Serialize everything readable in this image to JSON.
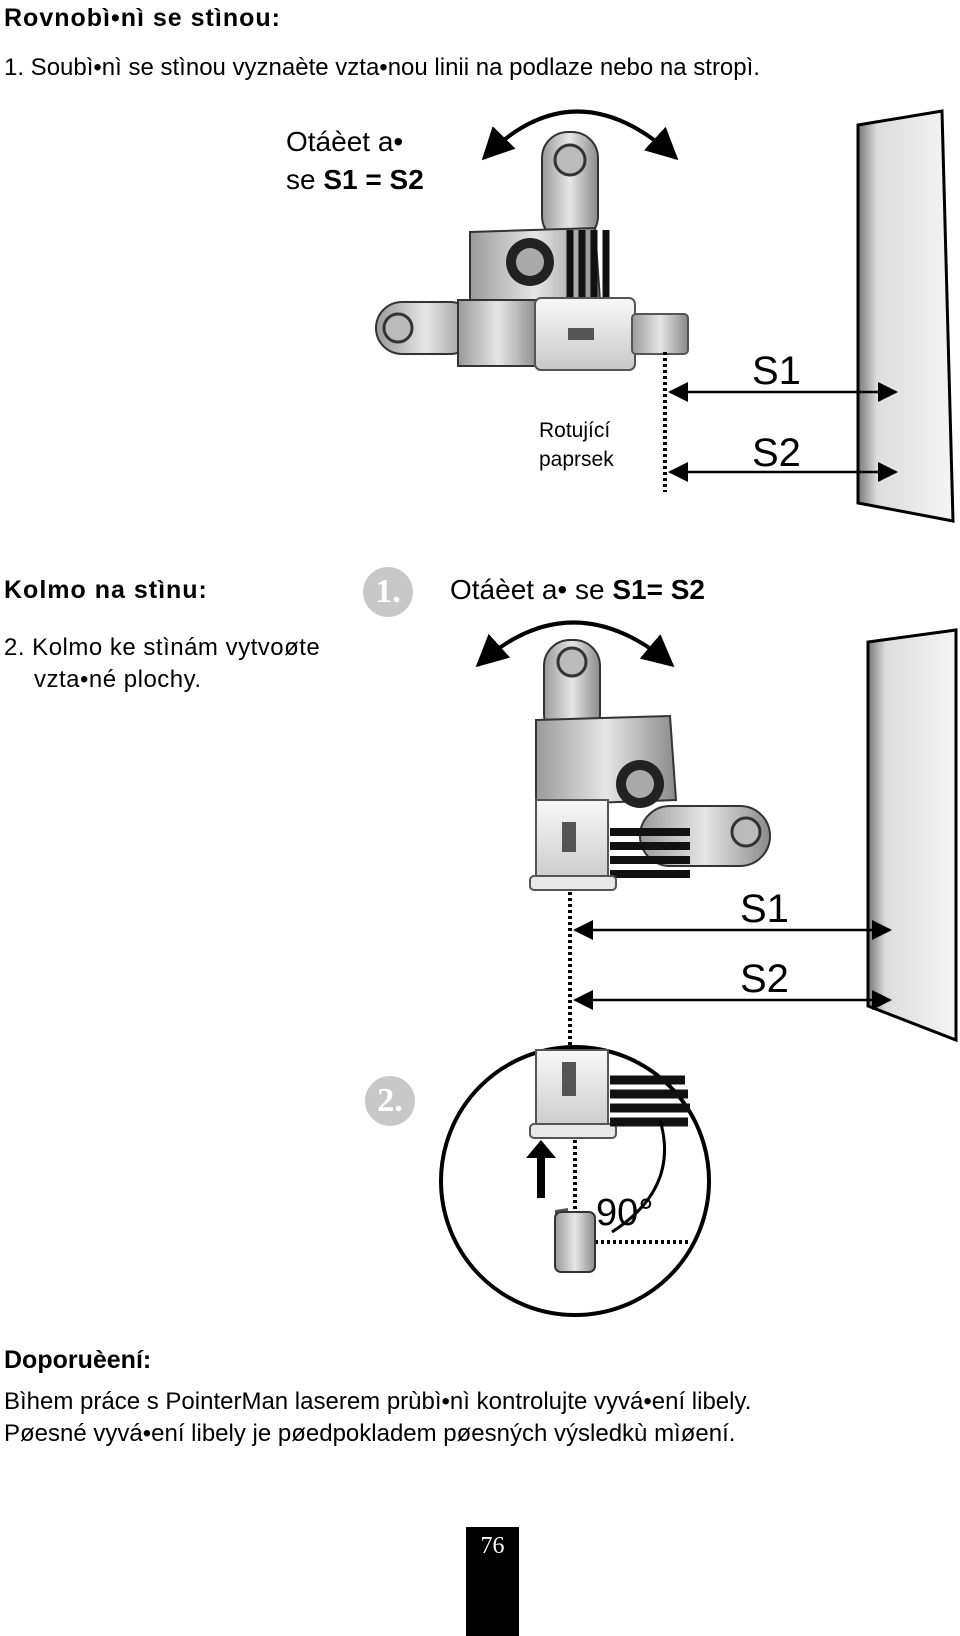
{
  "section1": {
    "heading": "Rovnobì•nì se stìnou:",
    "step": "1. Soubì•nì se stìnou vyznaète vzta•nou linii na podlaze nebo na stropì.",
    "caption_line1": "Otáèet a•",
    "caption_line2_prefix": "se ",
    "caption_line2_bold": "S1 = S2",
    "beam_label_line1": "Rotující",
    "beam_label_line2": "paprsek",
    "s1": "S1",
    "s2": "S2"
  },
  "section2": {
    "heading": "Kolmo na stìnu:",
    "step_line1": "2. Kolmo ke stìnám vytvoøte",
    "step_line2": "vzta•né plochy.",
    "badge1": "1.",
    "caption_prefix": "Otáèet a• se ",
    "caption_bold": "S1= S2",
    "s1": "S1",
    "s2": "S2",
    "badge2": "2.",
    "angle": "90°"
  },
  "recommendation": {
    "heading": "Doporuèení:",
    "line1": "Bìhem práce s PointerMan laserem prùbì•nì kontrolujte vyvá•ení libely.",
    "line2": "Pøesné vyvá•ení libely je pøedpokladem pøesných výsledkù mìøení."
  },
  "page_number": "76"
}
